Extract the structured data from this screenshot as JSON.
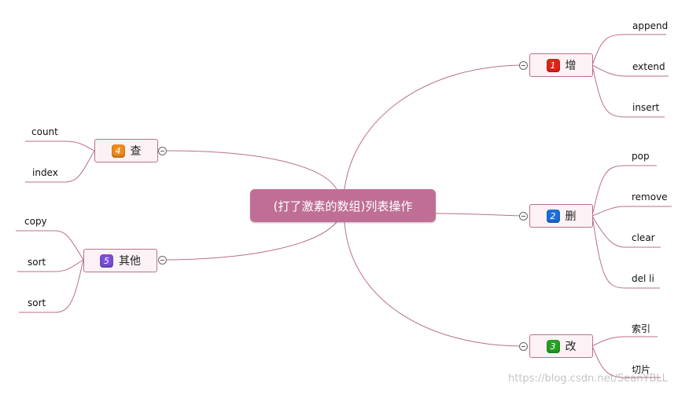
{
  "root": {
    "label": "(打了激素的数组)列表操作"
  },
  "topics": [
    {
      "key": "add",
      "badge": "1",
      "badge_color": "#e2221a",
      "label": "增",
      "leaves": [
        "append",
        "extend",
        "insert"
      ]
    },
    {
      "key": "delete",
      "badge": "2",
      "badge_color": "#1e6fd8",
      "label": "删",
      "leaves": [
        "pop",
        "remove",
        "clear",
        "del li"
      ]
    },
    {
      "key": "modify",
      "badge": "3",
      "badge_color": "#27a024",
      "label": "改",
      "leaves": [
        "索引",
        "切片"
      ]
    },
    {
      "key": "query",
      "badge": "4",
      "badge_color": "#f08a1e",
      "label": "查",
      "leaves": [
        "count",
        "index"
      ]
    },
    {
      "key": "other",
      "badge": "5",
      "badge_color": "#7b4fd6",
      "label": "其他",
      "leaves": [
        "copy",
        "sort",
        "sort"
      ]
    }
  ],
  "colors": {
    "connector": "#b96f8e",
    "root_fill": "#bf6f95",
    "topic_fill": "#fcf2f5"
  },
  "watermark": "https://blog.csdn.net/SeanYBLL"
}
